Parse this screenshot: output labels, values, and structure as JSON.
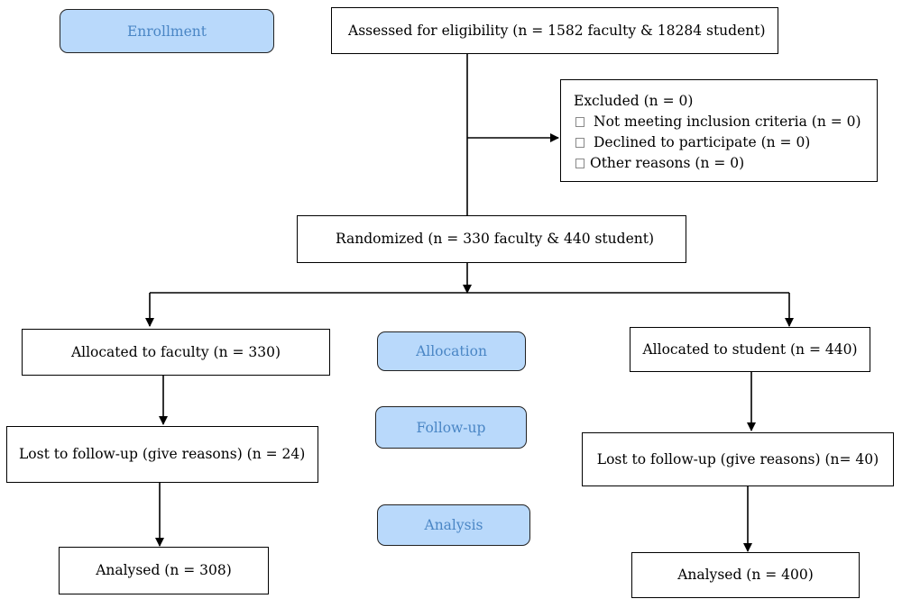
{
  "stages": {
    "enrollment": "Enrollment",
    "allocation": "Allocation",
    "follow_up": "Follow-up",
    "analysis": "Analysis"
  },
  "boxes": {
    "assessed": "Assessed for eligibility (n = 1582 faculty & 18284 student)",
    "excluded": {
      "title": "Excluded (n = 0)",
      "items": [
        "Not meeting inclusion criteria (n = 0)",
        "Declined to participate (n = 0)",
        "Other reasons (n = 0)"
      ]
    },
    "randomized": "Randomized (n = 330 faculty & 440 student)",
    "allocated_faculty": "Allocated to faculty (n = 330)",
    "allocated_student": "Allocated to student (n = 440)",
    "lost_faculty": "Lost to follow-up (give reasons) (n = 24)",
    "lost_student": "Lost to follow-up (give reasons) (n= 40)",
    "analysed_faculty": "Analysed (n = 308)",
    "analysed_student": "Analysed (n = 400)"
  },
  "colors": {
    "stage_fill": "#b9d9fb",
    "stage_text": "#4a86c5",
    "line": "#000000"
  }
}
